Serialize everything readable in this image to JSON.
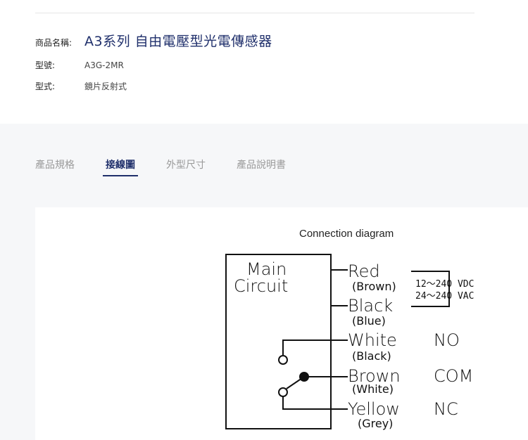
{
  "product": {
    "name_label": "商品名稱:",
    "name_value": "A3系列 自由電壓型光電傳感器",
    "model_label": "型號:",
    "model_value": "A3G-2MR",
    "type_label": "型式:",
    "type_value": "鏡片反射式"
  },
  "tabs": [
    {
      "label": "產品規格",
      "active": false
    },
    {
      "label": "接線圖",
      "active": true
    },
    {
      "label": "外型尺寸",
      "active": false
    },
    {
      "label": "產品說明書",
      "active": false
    }
  ],
  "diagram": {
    "title": "Connection diagram",
    "box_line1": "Main",
    "box_line2": "Circuit",
    "wires": [
      {
        "name": "Red",
        "sub": "(Brown)"
      },
      {
        "name": "Black",
        "sub": "(Blue)"
      },
      {
        "name": "White",
        "sub": "(Black)",
        "terminal": "NO"
      },
      {
        "name": "Brown",
        "sub": "(White)",
        "terminal": "COM"
      },
      {
        "name": "Yellow",
        "sub": "(Grey)",
        "terminal": "NC"
      }
    ],
    "voltage_dc": "12～240  VDC",
    "voltage_ac": "24～240  VAC"
  }
}
